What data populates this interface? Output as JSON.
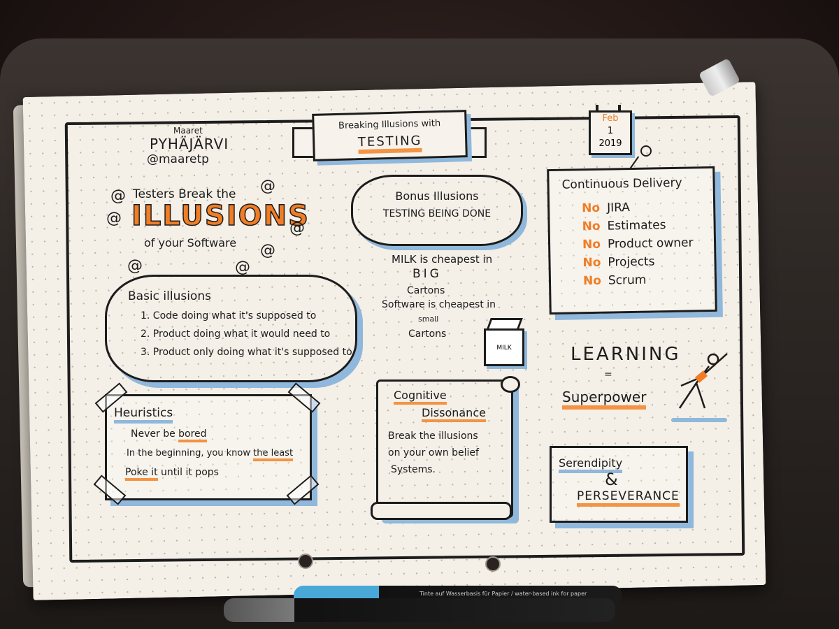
{
  "author": {
    "first_name": "Maaret",
    "last_name": "PYHÄJÄRVI",
    "handle": "@maaretp"
  },
  "banner": {
    "line1": "Breaking Illusions with",
    "line2": "TESTING"
  },
  "calendar": {
    "month": "Feb",
    "day": "1",
    "year": "2019"
  },
  "headline": {
    "pre": "Testers Break the",
    "main": "ILLUSIONS",
    "post": "of your Software"
  },
  "bonus": {
    "line1": "Bonus Illusions",
    "line2": "TESTING BEING DONE"
  },
  "milk_note": {
    "line1": "MILK is cheapest in",
    "line2": "BIG",
    "line3": "Cartons",
    "line4": "Software is cheapest in",
    "line5": "small",
    "line6": "Cartons",
    "carton_label": "MILK"
  },
  "continuous_delivery": {
    "title": "Continuous Delivery",
    "prefix": "No",
    "items": [
      "JIRA",
      "Estimates",
      "Product owner",
      "Projects",
      "Scrum"
    ]
  },
  "basic_illusions": {
    "title": "Basic illusions",
    "items": [
      "1. Code doing what it's supposed to",
      "2. Product doing what it would need to",
      "3. Product only doing what it's supposed to"
    ]
  },
  "learning": {
    "word1": "LEARNING",
    "equals": "=",
    "word2": "Superpower"
  },
  "heuristics": {
    "title": "Heuristics",
    "line1_pre": "Never be ",
    "line1_hi": "bored",
    "line2_pre": "In the beginning, you know ",
    "line2_hi": "the least",
    "line3_hi": "Poke it",
    "line3_post": " until it pops"
  },
  "cognitive": {
    "title1": "Cognitive",
    "title2": "Dissonance",
    "line1": "Break the illusions",
    "line2": "on your own belief",
    "line3": "Systems."
  },
  "serendipity": {
    "line1": "Serendipity",
    "amp": "&",
    "line2": "PERSEVERANCE"
  },
  "pens": {
    "label": "Tinte auf Wasserbasis für Papier / water-based ink for paper"
  },
  "colors": {
    "accent": "#f07d25",
    "shadow": "#8fb8dc",
    "ink": "#1c1c1c"
  }
}
